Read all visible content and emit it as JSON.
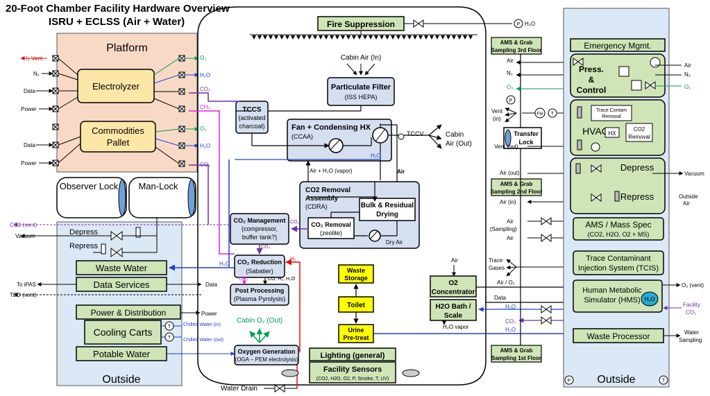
{
  "title": {
    "line1": "20-Foot Chamber Facility Hardware Overview",
    "line2": "ISRU + ECLSS (Air + Water)"
  },
  "platform": {
    "heading": "Platform",
    "electrolyzer": "Electrolyzer",
    "commodities1": "Commodities",
    "commodities2": "Pallet",
    "left_labels": [
      "H₂ Vent",
      "N₂",
      "Data",
      "Power",
      "Data",
      "Power"
    ],
    "right_labels": [
      "O₂",
      "H₂O",
      "CO₂",
      "CH₄",
      "O₂",
      "H₂O",
      "CO₂"
    ]
  },
  "locks": {
    "observer": "Observer Lock",
    "man": "Man-Lock"
  },
  "outside_left": {
    "heading": "Outside",
    "depress": "Depress",
    "repress": "Repress",
    "vacuum": "Vacuum",
    "co2_vent": "CO2 (vent)",
    "to_ipas": "To iPAS",
    "tbd_vent": "TBD (vent)",
    "waste_water": "Waste Water",
    "data_services": "Data Services",
    "power_dist": "Power & Distribution",
    "cooling_carts": "Cooling Carts",
    "potable_water": "Potable Water",
    "data": "Data",
    "power": "Power",
    "chilled_in": "Chilled Water (in)",
    "chilled_out": "Chilled Water (out)"
  },
  "chamber": {
    "fire": "Fire Suppression",
    "h2o": "H₂O",
    "cabin_air_in": "Cabin Air (In)",
    "particulate1": "Particulate Filter",
    "particulate2": "(ISS HEPA)",
    "tccs": [
      "TCCS",
      "(activated",
      "charcoal)"
    ],
    "fan1": "Fan + Condensing HX",
    "fan2": "(CCAA)",
    "tccv": "TCCV",
    "cabin_air_out1": "Cabin",
    "cabin_air_out2": "Air (Out)",
    "h2o_label": "H₂O",
    "air_h2o_vapor": "Air + H₂O (vapor)",
    "air": "Air",
    "co2_removal_asm": [
      "CO2 Removal",
      "Assembly",
      "(CDRA)"
    ],
    "bulk": [
      "Bulk & Residual",
      "Drying"
    ],
    "co2_removal": [
      "CO₂ Removal",
      "(zeolite)"
    ],
    "dry_air": "Dry Air",
    "co2_mgmt": [
      "CO₂ Management",
      "(compressor,",
      "buffer tank?)"
    ],
    "co2_small": "CO₂",
    "co2_red": [
      "CO₂ Reduction",
      "(Sabatier)"
    ],
    "h2": "H₂",
    "h2o_small": "H₂O",
    "ch4": "CH₄",
    "co_h2_h2o": "CO, H₂, H₂O",
    "post": [
      "Post Processing",
      "(Plasma Pyrolysis)"
    ],
    "cabin_o2_out": "Cabin O₂ (Out)",
    "oga": [
      "Oxygen Generation",
      "(OGA – PEM electrolysis)"
    ],
    "waste_storage": [
      "Waste",
      "Storage"
    ],
    "toilet": "Toilet",
    "urine": [
      "Urine",
      "Pre-treat"
    ],
    "lighting": "Lighting (general)",
    "sensors1": "Facility Sensors",
    "sensors2": "(CO2, H2O, O2, P, Smoke, T, UV)",
    "water_drain": "Water Drain",
    "o2_conc": [
      "O2",
      "Concentrator"
    ],
    "h2o_bath": [
      "H2O Bath /",
      "Scale"
    ],
    "h2o_vapor": "H₂O vapor",
    "air_top": "Air",
    "air_o2": "Air / O₂",
    "data_mid": "Data",
    "h2o_mid": "H₂O",
    "co2_mid": "CO₂",
    "h2o_low": "H₂O",
    "ams1": [
      "AMS & Grab",
      "Sampling 3rd Floor"
    ],
    "ams2": [
      "AMS & Grab",
      "Sampling 2nd Floor"
    ],
    "ams3": [
      "AMS & Grab",
      "Sampling 1st Floor"
    ],
    "transfer_lock": [
      "Transfer",
      "Lock"
    ]
  },
  "right_labels": {
    "air": "Air",
    "n2": "N₂",
    "o2": "O₂",
    "vent_in": [
      "Vent",
      "(in)"
    ],
    "vent_out": "Vent (out)",
    "air_out": "Air (out)",
    "air_in": "Air (in)",
    "sampling": "(Sampling)",
    "air_s": "Air",
    "trace_gases": [
      "Trace",
      "Gases"
    ]
  },
  "outside_right": {
    "heading": "Outside",
    "emergency": "Emergency Mgmt.",
    "press": [
      "Press.",
      "&",
      "Control"
    ],
    "air": "Air",
    "n2": "N₂",
    "o2": "O₂",
    "hvac": "HVAC",
    "trace_removal": [
      "Trace Contam",
      "Removal"
    ],
    "hx": "HX",
    "co2_removal": [
      "CO2",
      "Removal"
    ],
    "depress": "Depress",
    "repress": "Repress",
    "vacuum": "Vacuum",
    "outside_air": [
      "Outside",
      "Air"
    ],
    "ams_mass": [
      "AMS / Mass Spec",
      "(CO2, H2O, O2 + MS)"
    ],
    "tcis": [
      "Trace Contaminant",
      "Injection System (TCIS)"
    ],
    "hms": [
      "Human Metabolic",
      "Simulator (HMS)"
    ],
    "o2_vent": "O₂ (vent)",
    "facility_co2": [
      "Facility",
      "CO₂"
    ],
    "waste_proc": "Waste Processor",
    "water_sampling": [
      "Water",
      "Sampling"
    ]
  },
  "symbols": {
    "p": "P",
    "t": "T",
    "fm": "FM",
    "h2o_tank": "H₂O"
  },
  "colors": {
    "platform_fill": "#f8d9c6",
    "outside_fill": "#dbe8f5",
    "green_box": "#cfe5b8",
    "blue_box": "#d6dff0",
    "yellow_box": "#ffff00",
    "purple_line": "#7030a0",
    "magenta_line": "#e020e0",
    "blue_line": "#2040d0",
    "red_line": "#e01010",
    "green_text": "#00a050"
  }
}
